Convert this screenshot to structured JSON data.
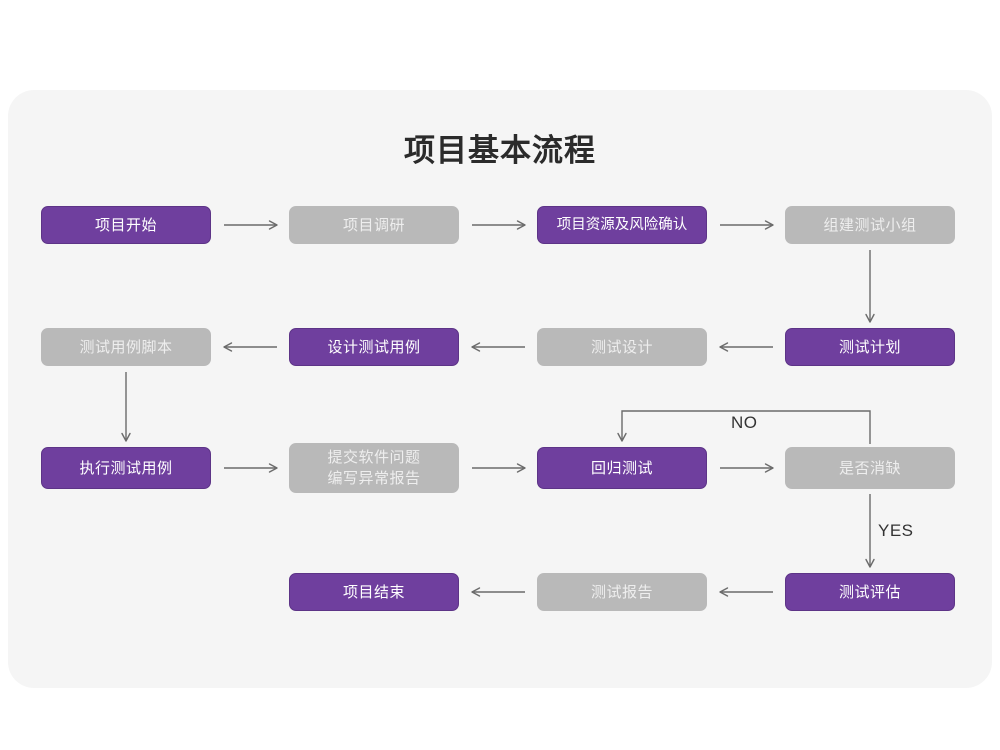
{
  "page": {
    "title": "项目基本流程",
    "card_background": "#f5f5f5",
    "page_background": "#ffffff"
  },
  "colors": {
    "purple": "#6f3f9e",
    "purple_border": "#5d3487",
    "gray": "#b9b9b9",
    "gray_text": "#eeeeee",
    "arrow": "#6b6b6b",
    "title_text": "#2b2b2b"
  },
  "flow": {
    "rows": [
      {
        "row": 1,
        "nodes": [
          {
            "id": "n1",
            "label": "项目开始",
            "style": "purple"
          },
          {
            "id": "n2",
            "label": "项目调研",
            "style": "gray"
          },
          {
            "id": "n3",
            "label": "项目资源及风险确认",
            "style": "purple"
          },
          {
            "id": "n4",
            "label": "组建测试小组",
            "style": "gray"
          }
        ]
      },
      {
        "row": 2,
        "nodes": [
          {
            "id": "n8",
            "label": "测试用例脚本",
            "style": "gray"
          },
          {
            "id": "n7",
            "label": "设计测试用例",
            "style": "purple"
          },
          {
            "id": "n6",
            "label": "测试设计",
            "style": "gray"
          },
          {
            "id": "n5",
            "label": "测试计划",
            "style": "purple"
          }
        ]
      },
      {
        "row": 3,
        "nodes": [
          {
            "id": "n9",
            "label": "执行测试用例",
            "style": "purple"
          },
          {
            "id": "n10",
            "label": "提交软件问题\n编写异常报告",
            "style": "gray"
          },
          {
            "id": "n11",
            "label": "回归测试",
            "style": "purple"
          },
          {
            "id": "n12",
            "label": "是否消缺",
            "style": "gray"
          }
        ]
      },
      {
        "row": 4,
        "nodes": [
          {
            "id": "n15",
            "label": "项目结束",
            "style": "purple"
          },
          {
            "id": "n14",
            "label": "测试报告",
            "style": "gray"
          },
          {
            "id": "n13",
            "label": "测试评估",
            "style": "purple"
          }
        ]
      }
    ],
    "edge_labels": {
      "no": "NO",
      "yes": "YES"
    }
  }
}
